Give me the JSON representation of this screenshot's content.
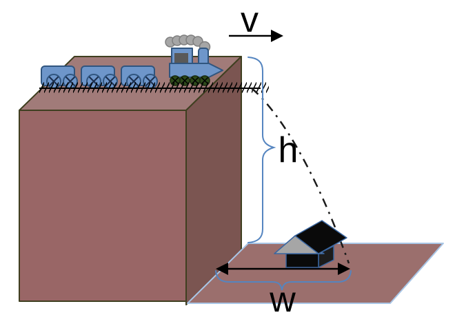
{
  "figure": {
    "labels": {
      "velocity": "v",
      "height": "h",
      "width": "w"
    }
  },
  "colors": {
    "cliff_top": "#a17b79",
    "cliff_front": "#996666",
    "cliff_side": "#7b5551",
    "ground": "#9b6f6d",
    "train_blue": "#6e96ca",
    "loco_wheel_green": "#2d4a1a",
    "smoke_gray": "#a6a6a6",
    "cab_window_gray": "#595959",
    "house_black": "#0a0a0a",
    "house_side_black": "#1c1c1c",
    "house_gable_gray": "#a6a6a6",
    "brace_blue": "#5585c0",
    "annotation_black": "#000000"
  }
}
